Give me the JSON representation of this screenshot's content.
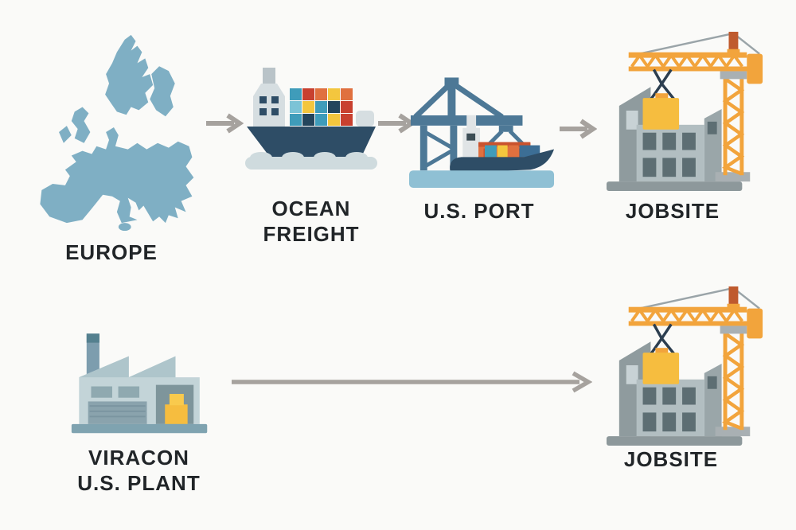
{
  "diagram": {
    "type": "supply-chain-flow",
    "rows": [
      {
        "name": "imported-glass-route",
        "nodes": [
          {
            "id": "europe",
            "icon": "europe-map-icon",
            "label": "EUROPE"
          },
          {
            "id": "ocean-freight",
            "icon": "container-ship-icon",
            "label": "OCEAN\nFREIGHT"
          },
          {
            "id": "us-port",
            "icon": "port-crane-icon",
            "label": "U.S. PORT"
          },
          {
            "id": "jobsite-1",
            "icon": "building-tower-crane-icon",
            "label": "JOBSITE"
          }
        ]
      },
      {
        "name": "domestic-glass-route",
        "nodes": [
          {
            "id": "viracon-plant",
            "icon": "factory-icon",
            "label": "VIRACON\nU.S. PLANT"
          },
          {
            "id": "jobsite-2",
            "icon": "building-tower-crane-icon",
            "label": "JOBSITE"
          }
        ]
      }
    ],
    "edges": [
      {
        "from": "europe",
        "to": "ocean-freight",
        "icon": "arrow-right-icon"
      },
      {
        "from": "ocean-freight",
        "to": "us-port",
        "icon": "arrow-right-icon"
      },
      {
        "from": "us-port",
        "to": "jobsite-1",
        "icon": "arrow-right-icon"
      },
      {
        "from": "viracon-plant",
        "to": "jobsite-2",
        "icon": "arrow-right-icon"
      }
    ]
  },
  "palette": {
    "background": "#fafaf8",
    "label_text": "#212528",
    "arrow": "#a6a29e",
    "map_blue": "#7fafc4",
    "navy": "#2e4d66",
    "steel_blue": "#4d7896",
    "crane_orange": "#f2a43c",
    "mast_tip_red": "#bf5a2e",
    "box_yellow": "#f6bd3f",
    "box_yellow_light": "#f9ca4d",
    "container_red": "#c8402f",
    "container_orange": "#e0703f",
    "container_orange_dark": "#c9532e",
    "container_teal": "#3f9cba",
    "container_teal_light": "#7cc3d6",
    "container_yellow": "#f3c63e",
    "container_navy": "#24455c",
    "container_blue": "#3c6e95",
    "superstructure": "#d6dee1",
    "chimney_gray": "#b9c3c8",
    "water": "#cfdbde",
    "dock_blue": "#8fc0d4",
    "tower_white": "#e0e4e6",
    "tower_window": "#3c4d55",
    "factory_wall": "#c3d4d8",
    "factory_slant": "#aec5cb",
    "factory_window": "#8fa9b0",
    "factory_door": "#7e959b",
    "factory_garage": "#8aa3ad",
    "factory_garage_line": "#7b95a0",
    "factory_base": "#7fa3b0",
    "factory_chimney": "#7d9dae",
    "factory_chimney_cap": "#54808f",
    "building_gray": "#b2bec1",
    "building_dark": "#8f9b9e",
    "building_mid": "#9aa6a9",
    "building_window_light": "#c8d2d5",
    "window_dark": "#5d6e73",
    "ground_gray": "#8d989b",
    "counterweight_gray": "#a9b0b3",
    "cable_dark": "#2c3e50",
    "cable_gray": "#9aa4a8"
  }
}
